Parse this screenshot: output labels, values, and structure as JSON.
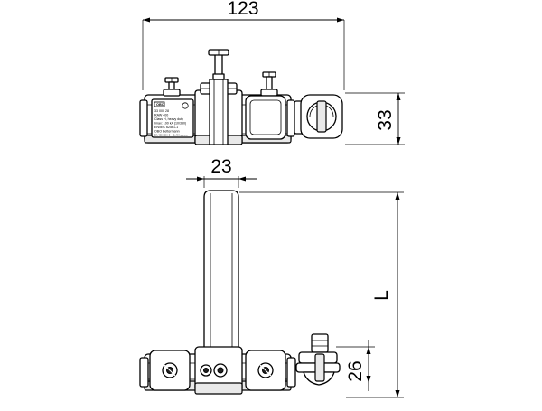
{
  "dimensions": {
    "top_width": "123",
    "top_height": "33",
    "rod_width": "23",
    "length": "L",
    "bottom_height": "26"
  },
  "label_text": {
    "line1": "33 000 28",
    "line2": "RAW 400",
    "line3": "Class H, heavy duty",
    "line4": "Imax: 100 kA (10/350)",
    "line5": "EN/IEC 62561-1",
    "line6": "OBO Bettermann",
    "line7": "DA 400 / 60 / 8 - 40x40 Inconnu"
  },
  "icons": {
    "logo": "obo-logo-icon",
    "marking": "ce-mark-icon"
  }
}
